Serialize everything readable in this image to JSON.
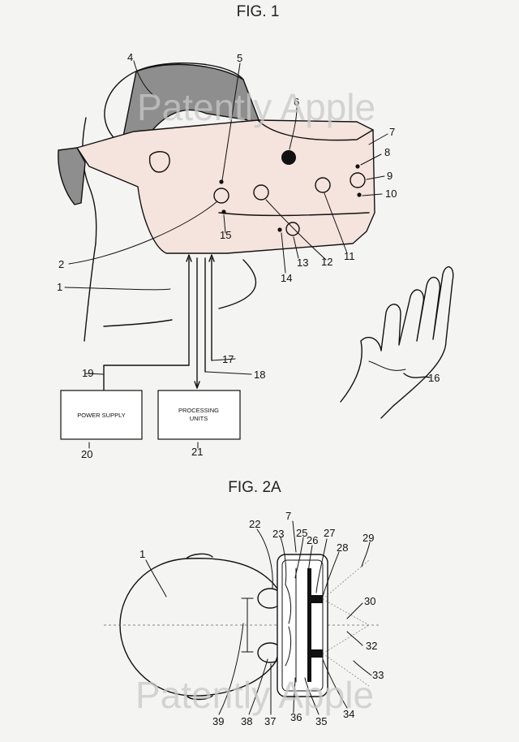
{
  "figures": [
    {
      "title": "FIG. 1"
    },
    {
      "title": "FIG. 2A"
    }
  ],
  "watermark": "Patently Apple",
  "colors": {
    "housing_fill": "#f4e4dd",
    "strap_fill": "#8e8e8e",
    "line": "#111111"
  },
  "fig1": {
    "labels": [
      "4",
      "5",
      "6",
      "7",
      "8",
      "9",
      "10",
      "2",
      "15",
      "13",
      "12",
      "11",
      "14",
      "1",
      "17",
      "18",
      "19",
      "16",
      "20",
      "21"
    ],
    "boxes": {
      "power": {
        "text": "POWER SUPPLY"
      },
      "processing": {
        "line1": "PROCESSING",
        "line2": "UNITS"
      }
    }
  },
  "fig2a": {
    "labels": [
      "7",
      "22",
      "23",
      "25",
      "26",
      "27",
      "28",
      "29",
      "1",
      "30",
      "32",
      "33",
      "34",
      "35",
      "36",
      "37",
      "38",
      "39"
    ]
  }
}
